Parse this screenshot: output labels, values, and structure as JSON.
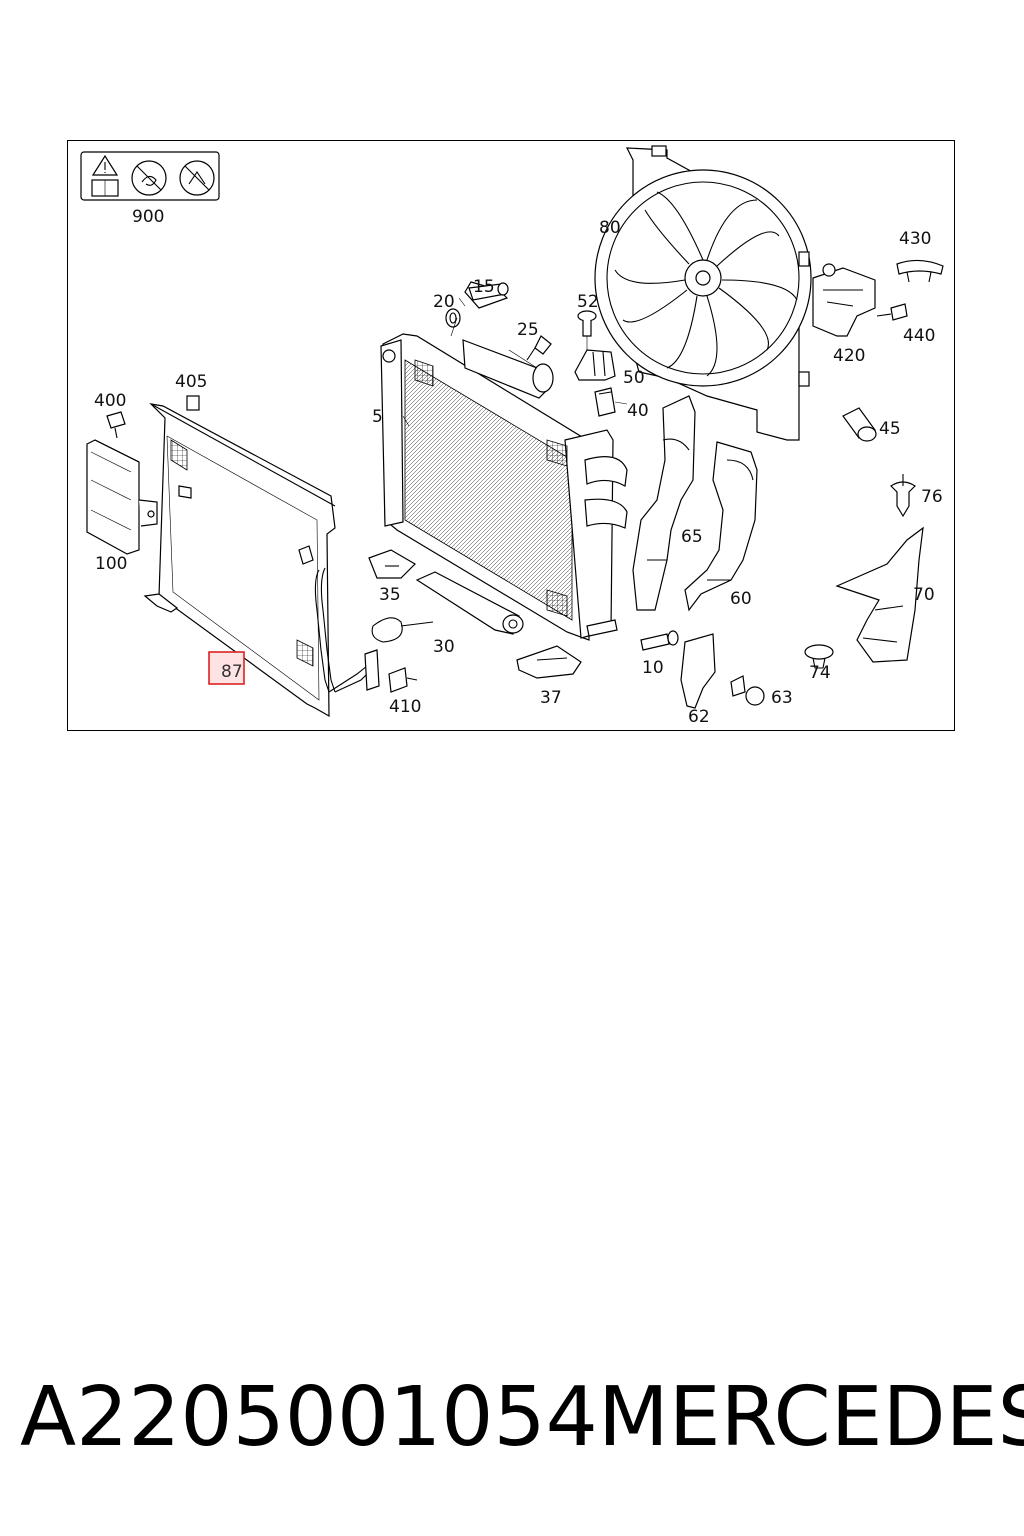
{
  "diagram": {
    "highlighted_part": "87",
    "callouts": [
      "900",
      "80",
      "430",
      "440",
      "420",
      "45",
      "76",
      "70",
      "20",
      "15",
      "52",
      "25",
      "50",
      "40",
      "5",
      "405",
      "400",
      "100",
      "65",
      "60",
      "35",
      "30",
      "37",
      "10",
      "62",
      "74",
      "63",
      "410"
    ]
  },
  "caption": {
    "part_number": "A2205001054",
    "brand": "MERCEDES"
  },
  "colors": {
    "highlight_border": "#d22222",
    "highlight_fill": "#fde3e3"
  }
}
